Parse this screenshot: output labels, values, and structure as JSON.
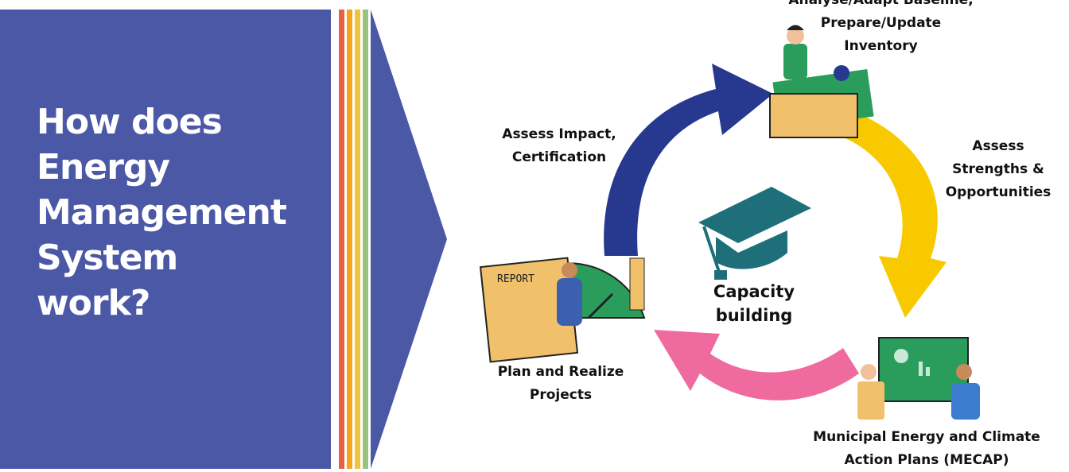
{
  "slide": {
    "title_lines": [
      "How does",
      "Energy",
      "Management",
      "System",
      "work?"
    ]
  },
  "cycle": {
    "center": [
      "Capacity",
      "building"
    ],
    "steps": [
      {
        "lines": [
          "Analyse/Adapt Baseline,",
          "Prepare/Update",
          "Inventory"
        ]
      },
      {
        "lines": [
          "Assess",
          "Strengths &",
          "Opportunities"
        ]
      },
      {
        "lines": [
          "Municipal Energy and Climate",
          "Action Plans (MECAP)"
        ]
      },
      {
        "lines": [
          "Plan and Realize",
          "Projects"
        ]
      },
      {
        "lines": [
          "Assess Impact,",
          "Certification"
        ]
      }
    ],
    "report_text": "REPORT"
  },
  "colors": {
    "panel": "#4b58a6",
    "stripes": [
      "#e8613c",
      "#f3a51c",
      "#f2c23a",
      "#9cc27f"
    ],
    "arrow_blue": "#27388f",
    "arrow_yellow": "#f9c900",
    "arrow_pink": "#ee6a9f",
    "cap": "#1f6f7a"
  }
}
